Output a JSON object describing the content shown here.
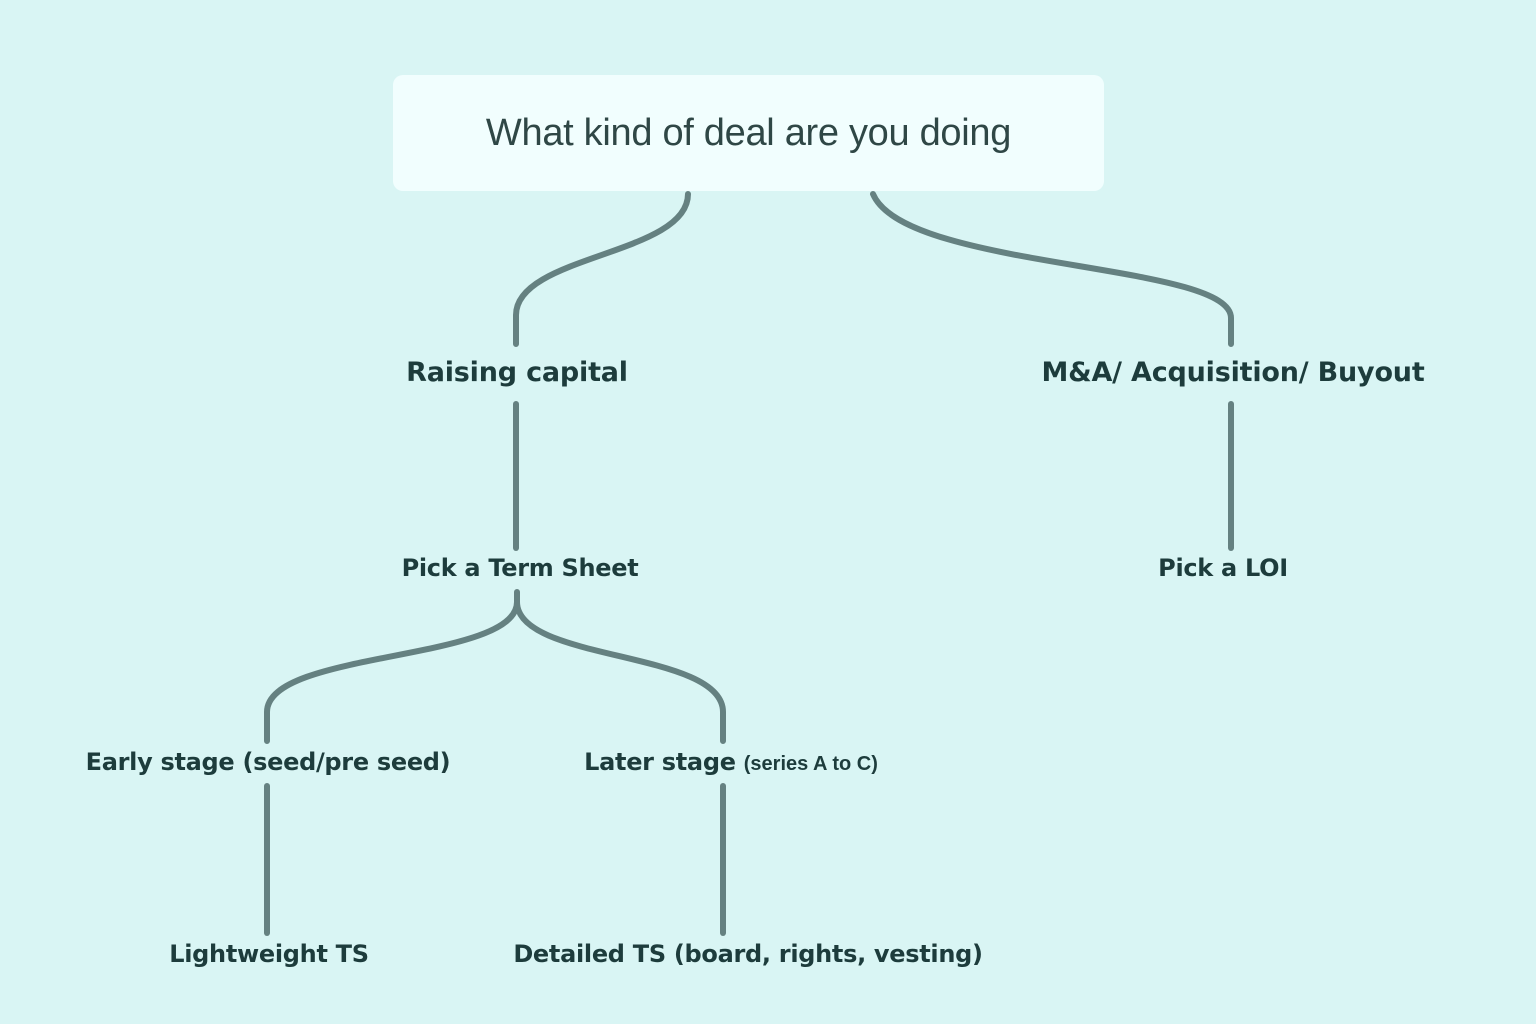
{
  "diagram": {
    "root": {
      "label": "What kind of deal are you doing"
    },
    "branches": [
      {
        "label": "Raising capital",
        "next": {
          "label": "Pick a Term Sheet",
          "options": [
            {
              "label": "Early  stage (seed/pre seed)",
              "result": "Lightweight TS"
            },
            {
              "label": "Later stage",
              "note": "(series A to C)",
              "result": "Detailed TS (board, rights, vesting)"
            }
          ]
        }
      },
      {
        "label": "M&A/ Acquisition/ Buyout",
        "next": {
          "label": "Pick a LOI"
        }
      }
    ]
  },
  "colors": {
    "background": "#d9f5f4",
    "root_box": "#f1fefe",
    "connector": "#658181",
    "text": "#1d3c3c"
  }
}
